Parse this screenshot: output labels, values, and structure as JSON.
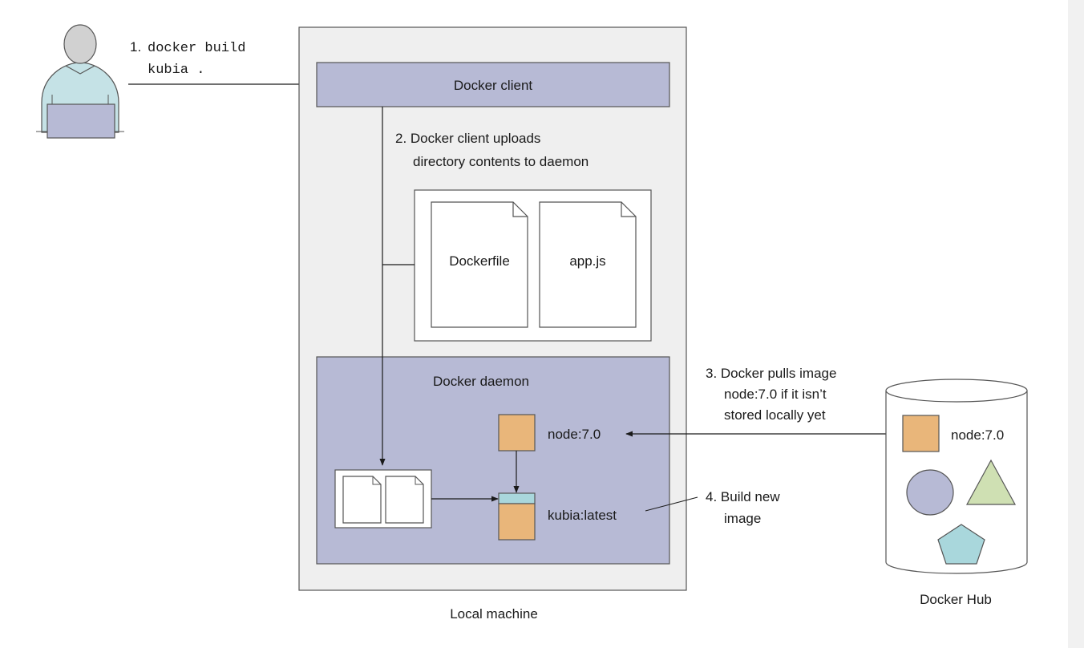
{
  "user": {
    "step1_num": "1.",
    "step1_line1": "docker build",
    "step1_line2": "kubia ."
  },
  "local_machine": {
    "label": "Local machine",
    "client_label": "Docker client",
    "step2_line1": "2. Docker client uploads",
    "step2_line2": "directory contents to daemon",
    "files": [
      "Dockerfile",
      "app.js"
    ],
    "daemon_label": "Docker daemon",
    "base_image": "node:7.0",
    "new_image": "kubia:latest"
  },
  "step3": {
    "line1": "3. Docker pulls image",
    "line2": "node:7.0 if it isn’t",
    "line3": "stored locally yet"
  },
  "step4": {
    "line1": "4. Build new",
    "line2": "image"
  },
  "hub": {
    "label": "Docker Hub",
    "image": "node:7.0"
  },
  "colors": {
    "panel": "#efefef",
    "client": "#b7bad5",
    "daemon": "#b7bad5",
    "image_orange": "#e9b67a",
    "layer_teal": "#a9d7dc",
    "user_shirt": "#c5e2e6",
    "user_head": "#d1d1d1",
    "laptop": "#b7bad5",
    "circle": "#b7bad5",
    "triangle": "#cfe0b3",
    "pentagon": "#a9d7dc"
  }
}
